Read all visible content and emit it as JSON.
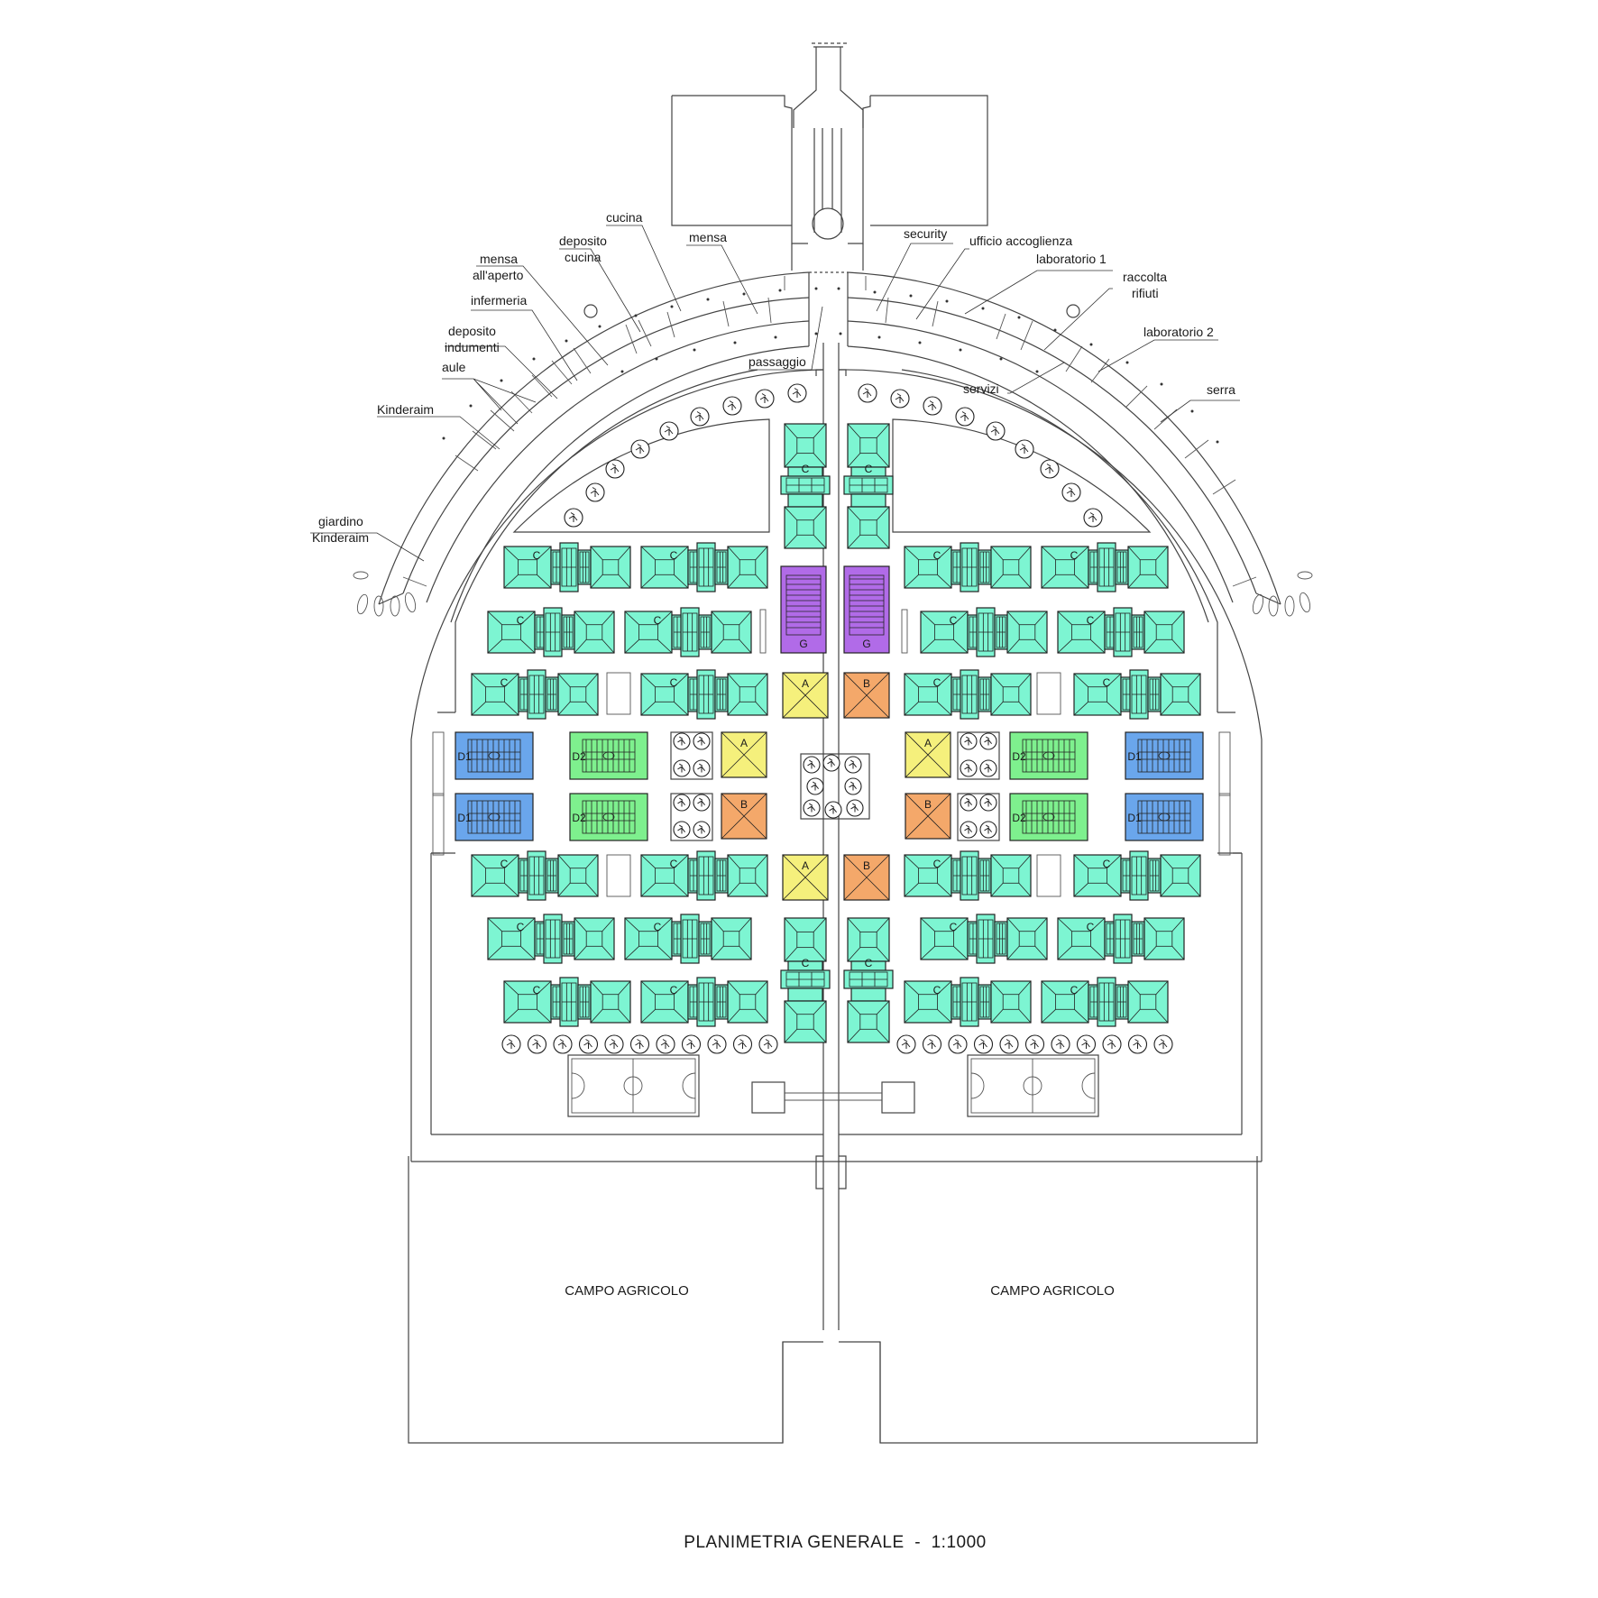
{
  "title": "PLANIMETRIA GENERALE  -  1:1000",
  "labels": {
    "cucina": "cucina",
    "deposito_cucina": [
      "deposito",
      "cucina"
    ],
    "mensa": "mensa",
    "mensa_aperto": [
      "mensa",
      "all'aperto"
    ],
    "infermeria": "infermeria",
    "deposito_indumenti": [
      "deposito",
      "indumenti"
    ],
    "aule": "aule",
    "kinderaim": "Kinderaim",
    "giardino_kinderaim": [
      "giardino",
      "Kinderaim"
    ],
    "passaggio": "passaggio",
    "security": "security",
    "ufficio_accoglienza": "ufficio accoglienza",
    "laboratorio1": "laboratorio 1",
    "raccolta_rifiuti": [
      "raccolta",
      "rifiuti"
    ],
    "laboratorio2": "laboratorio 2",
    "serra": "serra",
    "servizi": "servizi"
  },
  "fields": [
    "CAMPO AGRICOLO",
    "CAMPO AGRICOLO"
  ],
  "types": {
    "A": {
      "label": "A",
      "color": "#f5f07c"
    },
    "B": {
      "label": "B",
      "color": "#f4a86a"
    },
    "C": {
      "label": "C",
      "color": "#7df5d2"
    },
    "D1": {
      "label": "D1",
      "color": "#6aa6ec"
    },
    "D2": {
      "label": "D2",
      "color": "#7ef08e"
    },
    "G": {
      "label": "G",
      "color": "#b16be8"
    }
  }
}
